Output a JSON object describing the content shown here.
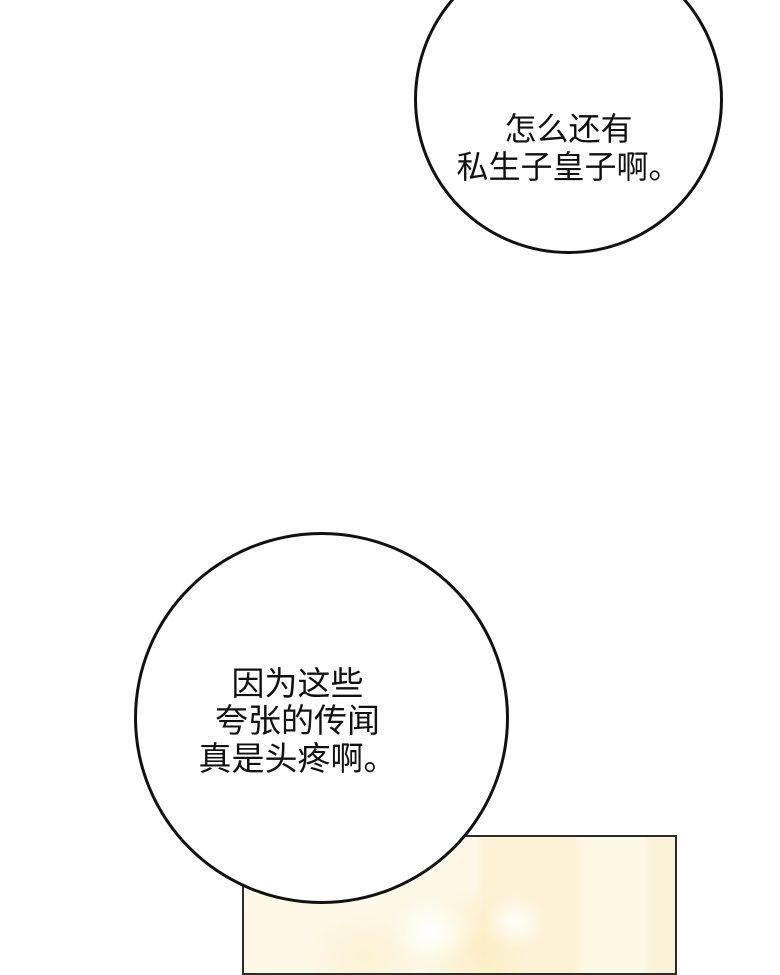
{
  "page": {
    "type": "webtoon-strip",
    "background_color": "#ffffff"
  },
  "bubbles": [
    {
      "id": "top-right",
      "lines": [
        "怎么还有",
        "私生子皇子啊。"
      ],
      "border_color": "#111111",
      "fill_color": "#ffffff"
    },
    {
      "id": "bottom-left",
      "lines": [
        "因为这些",
        "夸张的传闻",
        "真是头疼啊。"
      ],
      "border_color": "#111111",
      "fill_color": "#ffffff"
    }
  ],
  "panel": {
    "border_color": "#2b2b2b",
    "fill_color": "#fdf8e6",
    "description": "cream-toned illustration panel, top edge visible"
  }
}
